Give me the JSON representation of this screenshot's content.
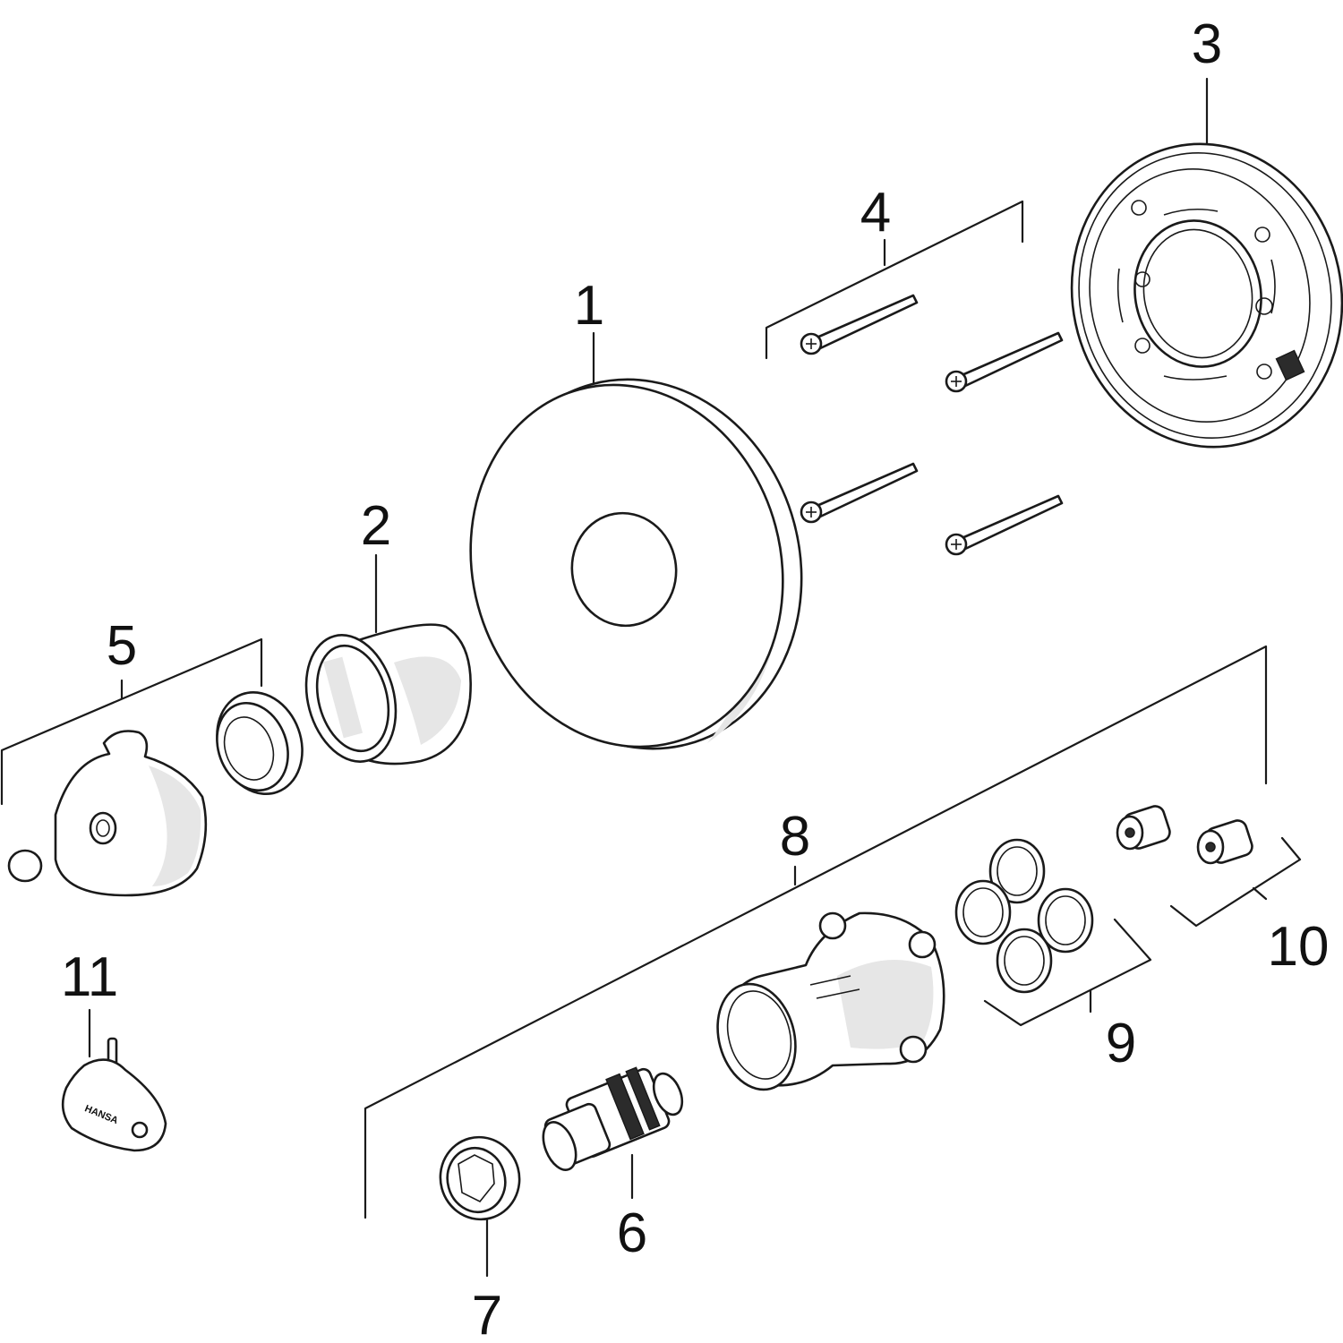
{
  "callouts": [
    {
      "id": "1",
      "label": "1"
    },
    {
      "id": "2",
      "label": "2"
    },
    {
      "id": "3",
      "label": "3"
    },
    {
      "id": "4",
      "label": "4"
    },
    {
      "id": "5",
      "label": "5"
    },
    {
      "id": "6",
      "label": "6"
    },
    {
      "id": "7",
      "label": "7"
    },
    {
      "id": "8",
      "label": "8"
    },
    {
      "id": "9",
      "label": "9"
    },
    {
      "id": "10",
      "label": "10"
    },
    {
      "id": "11",
      "label": "11"
    }
  ],
  "logo": {
    "brand": "HANSA"
  }
}
